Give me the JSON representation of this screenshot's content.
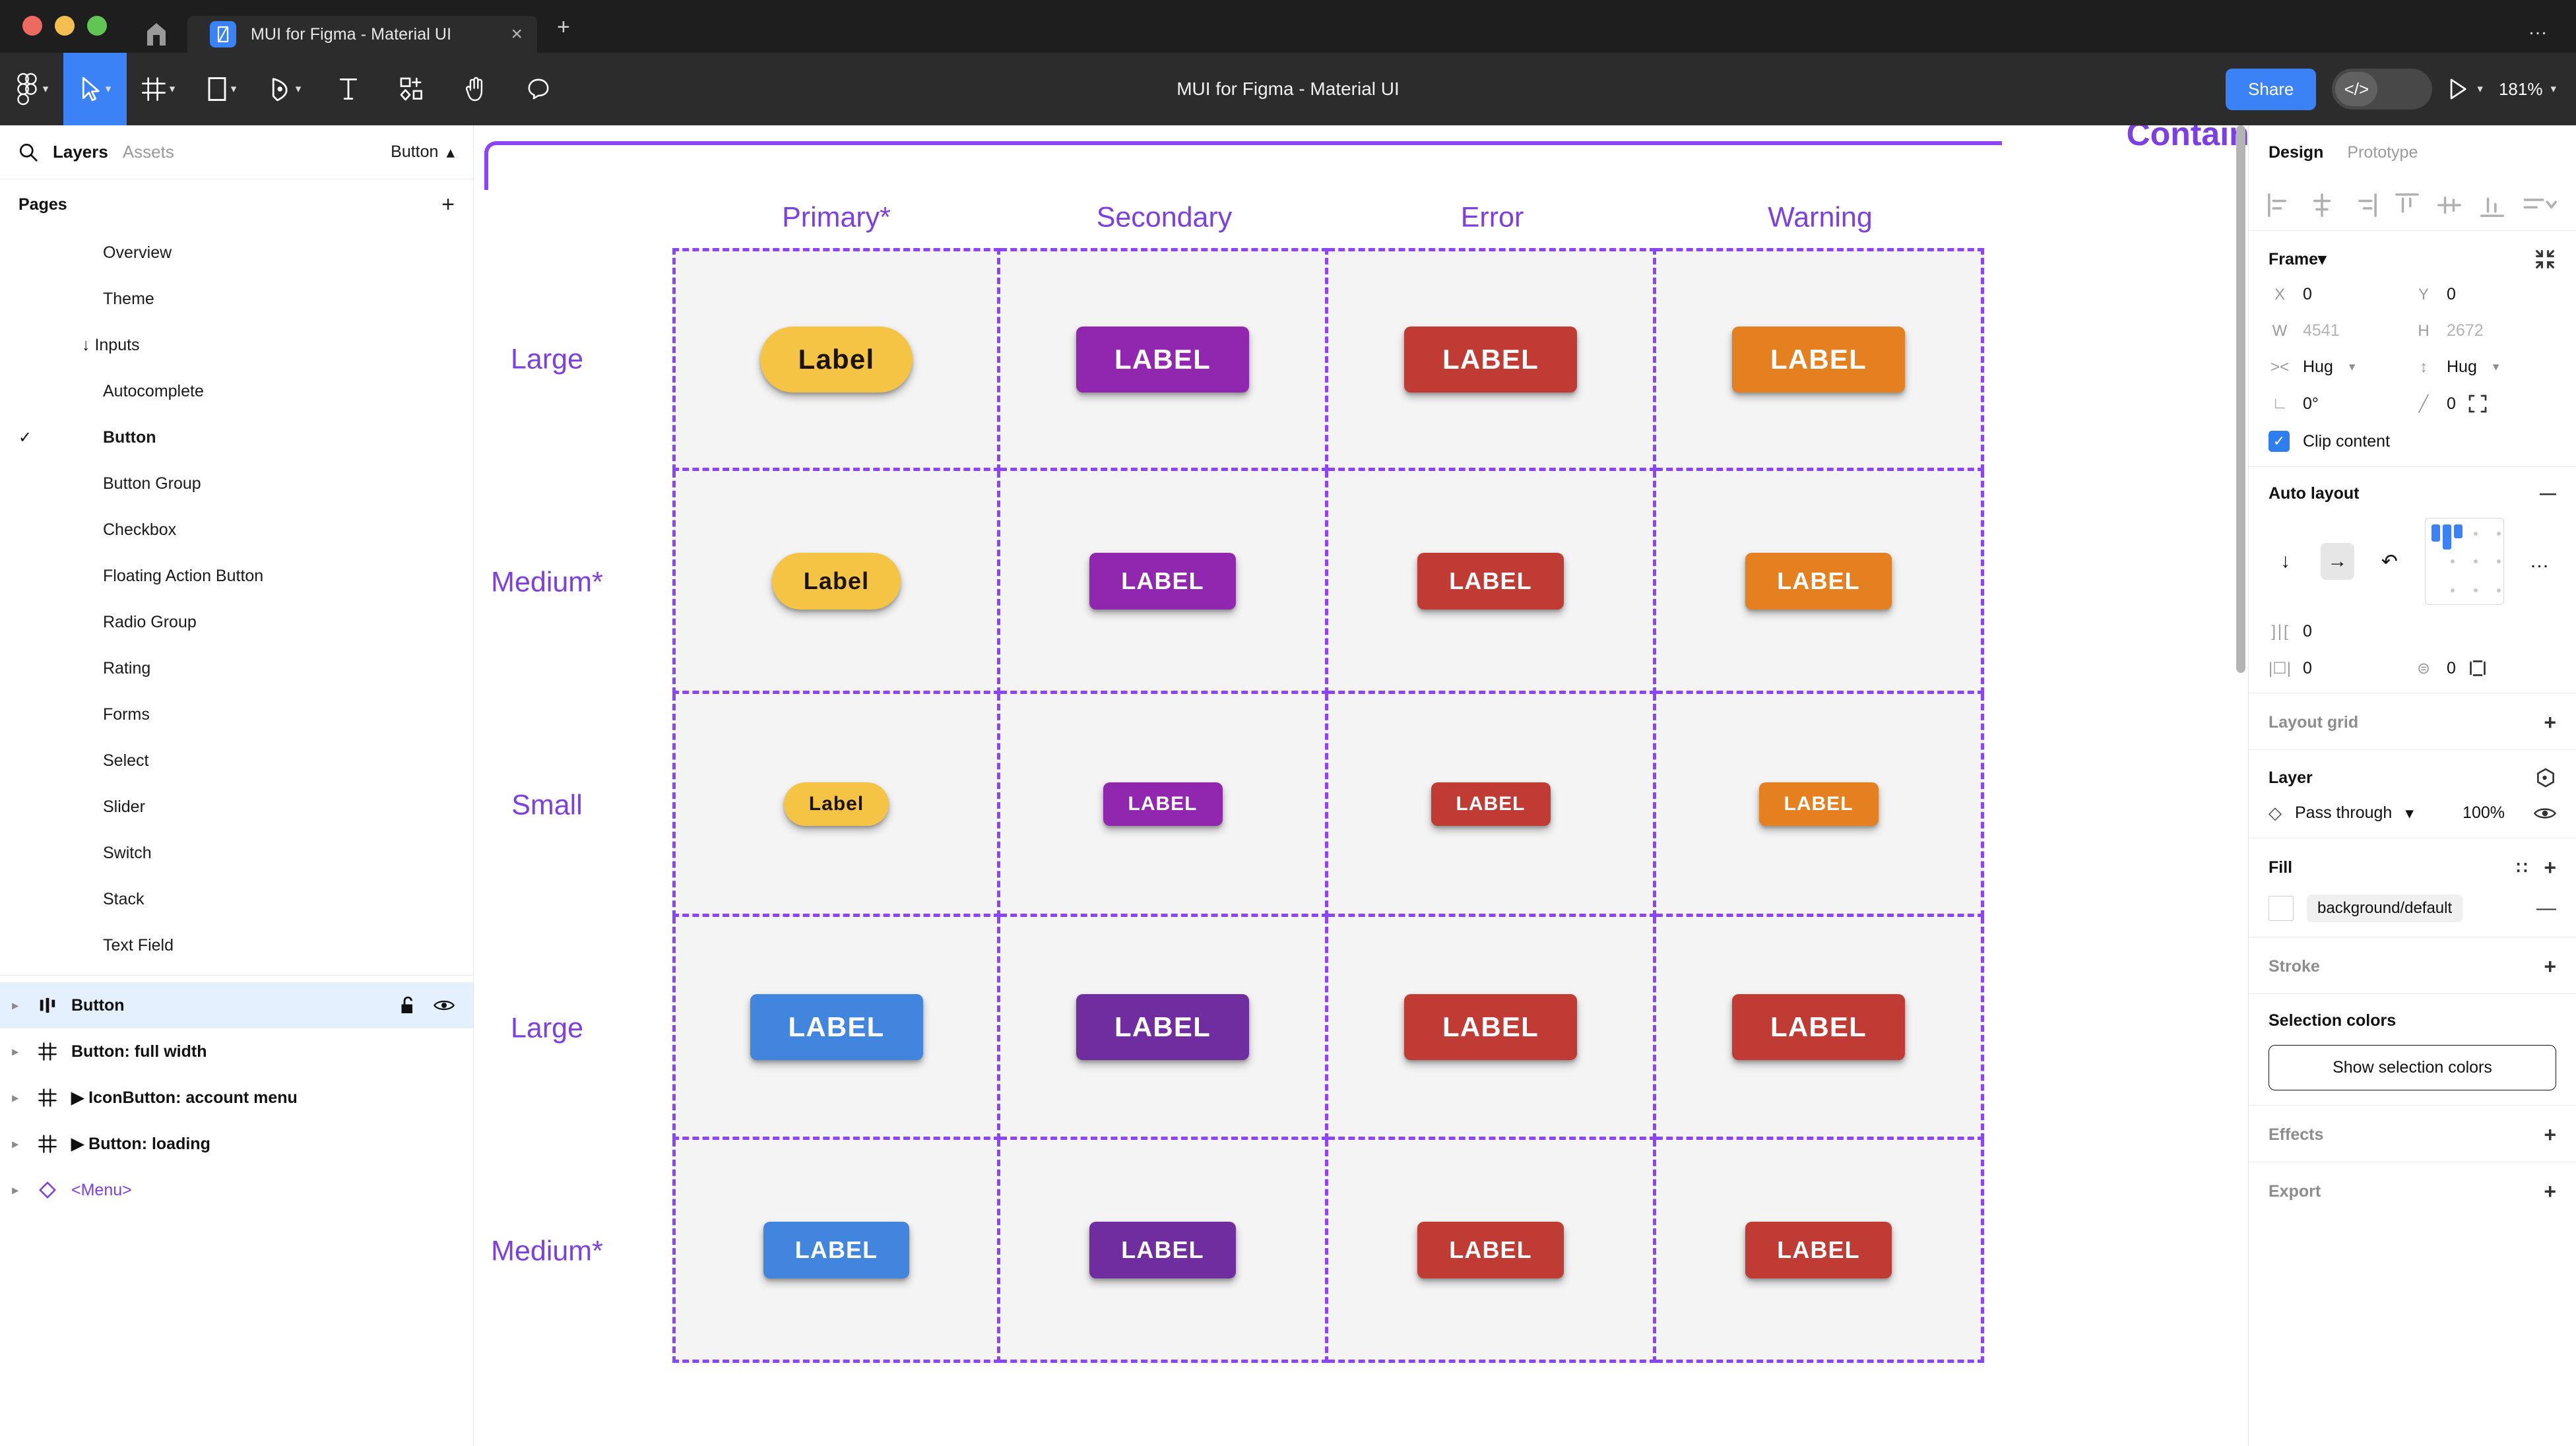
{
  "titlebar": {
    "home_tab_icon": "home-icon",
    "document_tab": {
      "title": "MUI for Figma - Material UI",
      "close": "×"
    },
    "new_tab": "+",
    "window_menu": "…"
  },
  "toolbar": {
    "tools": [
      {
        "name": "figma-menu",
        "glyph": "figma",
        "caret": true,
        "active": false
      },
      {
        "name": "move-tool",
        "glyph": "cursor",
        "caret": true,
        "active": true
      },
      {
        "name": "frame-tool",
        "glyph": "frame",
        "caret": true,
        "active": false
      },
      {
        "name": "shape-tool",
        "glyph": "rect",
        "caret": true,
        "active": false
      },
      {
        "name": "pen-tool",
        "glyph": "pen",
        "caret": true,
        "active": false
      },
      {
        "name": "text-tool",
        "glyph": "text",
        "caret": false,
        "active": false
      },
      {
        "name": "resources-tool",
        "glyph": "assets",
        "caret": false,
        "active": false
      },
      {
        "name": "hand-tool",
        "glyph": "hand",
        "caret": false,
        "active": false
      },
      {
        "name": "comment-tool",
        "glyph": "comment",
        "caret": false,
        "active": false
      }
    ],
    "document_title": "MUI for Figma - Material UI",
    "share_label": "Share",
    "devmode_glyph": "</>",
    "zoom_level": "181%"
  },
  "left_panel": {
    "search_icon": "search-icon",
    "tabs": [
      {
        "label": "Layers",
        "active": true
      },
      {
        "label": "Assets",
        "active": false
      }
    ],
    "selected_page": "Button",
    "pages_header": "Pages",
    "pages_add": "+",
    "pages": [
      {
        "label": "Overview",
        "indent": 0,
        "checked": false,
        "bold": false
      },
      {
        "label": "Theme",
        "indent": 0,
        "checked": false,
        "bold": false
      },
      {
        "label": "↓ Inputs",
        "indent": 1,
        "checked": false,
        "bold": false
      },
      {
        "label": "Autocomplete",
        "indent": 2,
        "checked": false,
        "bold": false
      },
      {
        "label": "Button",
        "indent": 2,
        "checked": true,
        "bold": true
      },
      {
        "label": "Button Group",
        "indent": 2,
        "checked": false,
        "bold": false
      },
      {
        "label": "Checkbox",
        "indent": 2,
        "checked": false,
        "bold": false
      },
      {
        "label": "Floating Action Button",
        "indent": 2,
        "checked": false,
        "bold": false
      },
      {
        "label": "Radio Group",
        "indent": 2,
        "checked": false,
        "bold": false
      },
      {
        "label": "Rating",
        "indent": 2,
        "checked": false,
        "bold": false
      },
      {
        "label": "Forms",
        "indent": 2,
        "checked": false,
        "bold": false
      },
      {
        "label": "Select",
        "indent": 2,
        "checked": false,
        "bold": false
      },
      {
        "label": "Slider",
        "indent": 2,
        "checked": false,
        "bold": false
      },
      {
        "label": "Switch",
        "indent": 2,
        "checked": false,
        "bold": false
      },
      {
        "label": "Stack",
        "indent": 2,
        "checked": false,
        "bold": false
      },
      {
        "label": "Text Field",
        "indent": 2,
        "checked": false,
        "bold": false
      }
    ],
    "layers": [
      {
        "label": "Button",
        "icon": "component-icon",
        "selected": true,
        "arrow": false,
        "lock": true,
        "eye": true,
        "purple": false
      },
      {
        "label": "Button: full width",
        "icon": "frame-icon",
        "selected": false,
        "arrow": false,
        "lock": false,
        "eye": false,
        "purple": false
      },
      {
        "label": "IconButton: account menu",
        "icon": "frame-icon",
        "selected": false,
        "arrow": true,
        "lock": false,
        "eye": false,
        "purple": false
      },
      {
        "label": "Button: loading",
        "icon": "frame-icon",
        "selected": false,
        "arrow": true,
        "lock": false,
        "eye": false,
        "purple": false
      },
      {
        "label": "<Menu>",
        "icon": "instance-icon",
        "selected": false,
        "arrow": false,
        "lock": false,
        "eye": false,
        "purple": true
      }
    ]
  },
  "canvas": {
    "group_label": "Contained",
    "columns": [
      "Primary*",
      "Secondary",
      "Error",
      "Warning"
    ],
    "rows": [
      {
        "label": "Large",
        "size": "large",
        "palette": "top"
      },
      {
        "label": "Medium*",
        "size": "medium",
        "palette": "top"
      },
      {
        "label": "Small",
        "size": "small",
        "palette": "top"
      },
      {
        "label": "Large",
        "size": "large",
        "palette": "bottom"
      },
      {
        "label": "Medium*",
        "size": "medium",
        "palette": "bottom"
      }
    ],
    "button_label_cap": "LABEL",
    "button_label_sentence": "Label",
    "palettes": {
      "top": [
        "#f6c445",
        "#9127ae",
        "#c13b35",
        "#e4801f"
      ],
      "bottom": [
        "#4285de",
        "#6f2da0",
        "#c13b35",
        "#c13b35"
      ]
    },
    "top_row_text_colors": [
      "#1a1400",
      "#ffffff",
      "#ffffff",
      "#ffffff"
    ],
    "bottom_row_text_colors": [
      "#ffffff",
      "#ffffff",
      "#ffffff",
      "#ffffff"
    ],
    "guide_color": "#8b44f7"
  },
  "right_panel": {
    "tabs": [
      {
        "label": "Design",
        "active": true
      },
      {
        "label": "Prototype",
        "active": false
      }
    ],
    "align_icons": [
      "align-left-icon",
      "align-horizontal-center-icon",
      "align-right-icon",
      "align-top-icon",
      "align-vertical-center-icon",
      "align-bottom-icon",
      "distribute-icon"
    ],
    "frame": {
      "title": "Frame",
      "x_label": "X",
      "x_value": "0",
      "y_label": "Y",
      "y_value": "0",
      "w_label": "W",
      "w_value": "4541",
      "h_label": "H",
      "h_value": "2672",
      "resize_w": "Hug",
      "resize_h": "Hug",
      "rotation": "0°",
      "corner_radius": "0",
      "clip_content_label": "Clip content",
      "clip_content_checked": true
    },
    "auto_layout": {
      "title": "Auto layout",
      "remove": "—",
      "direction_selected": "horizontal",
      "gap_value": "0",
      "padding_h": "0",
      "padding_v": "0",
      "more": "…"
    },
    "layout_grid": {
      "title": "Layout grid",
      "add": "+"
    },
    "layer": {
      "title": "Layer",
      "blend_mode": "Pass through",
      "opacity": "100%"
    },
    "fill": {
      "title": "Fill",
      "style_name": "background/default",
      "remove": "—",
      "add": "+"
    },
    "stroke": {
      "title": "Stroke",
      "add": "+"
    },
    "selection_colors": {
      "title": "Selection colors",
      "button_label": "Show selection colors"
    },
    "effects": {
      "title": "Effects",
      "add": "+"
    },
    "export": {
      "title": "Export",
      "add": "+"
    }
  }
}
